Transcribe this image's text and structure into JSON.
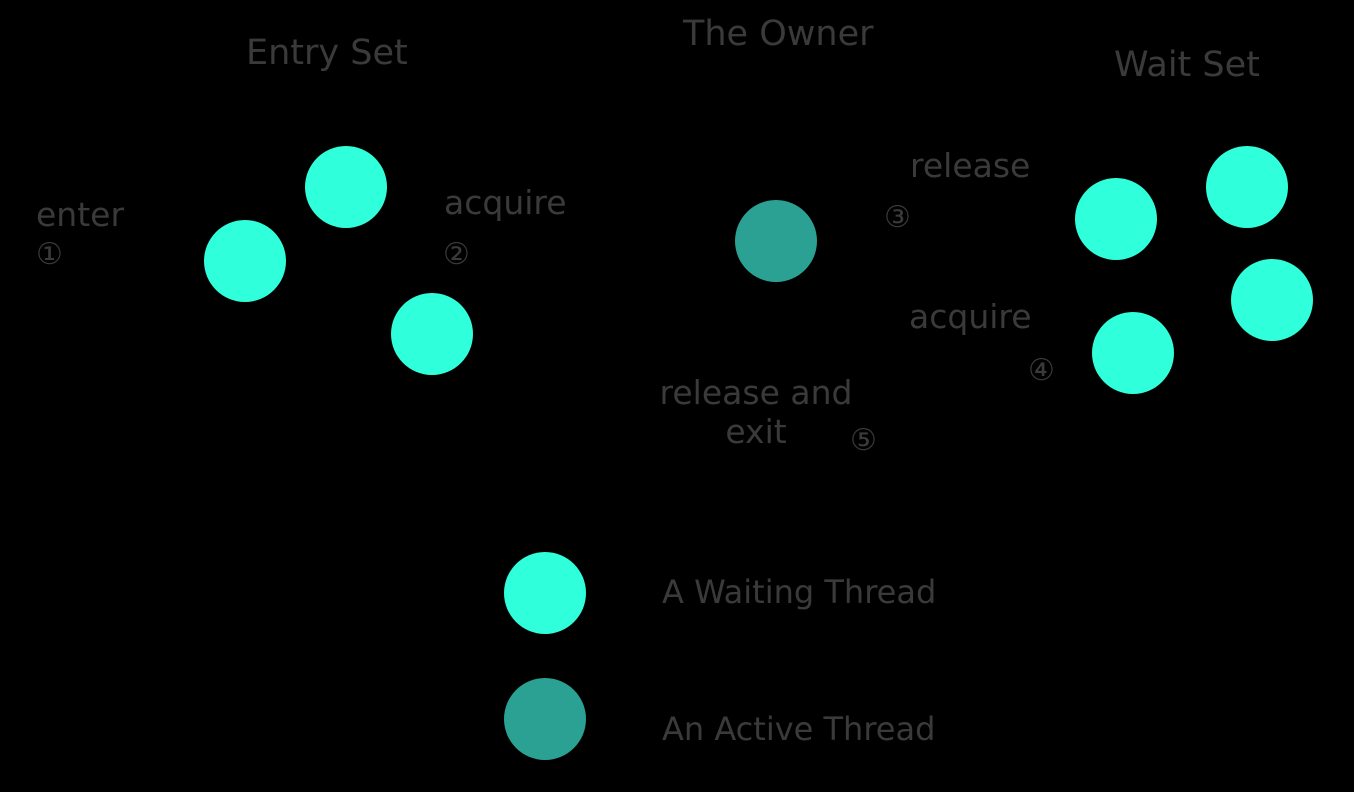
{
  "diagram": {
    "title_entry_set": "Entry Set",
    "title_owner": "The Owner",
    "title_wait_set": "Wait Set",
    "background_color": "#000000",
    "text_color": "#3A3A3A",
    "waiting_thread_color": "#2FFFDA",
    "active_thread_color": "#2BA193"
  },
  "steps": [
    {
      "id": 1,
      "label": "enter",
      "number": "①"
    },
    {
      "id": 2,
      "label": "acquire",
      "number": "②"
    },
    {
      "id": 3,
      "label": "release",
      "number": "③"
    },
    {
      "id": 4,
      "label": "acquire",
      "number": "④"
    },
    {
      "id": 5,
      "label": "release and exit",
      "number": "⑤"
    }
  ],
  "legend": {
    "waiting": {
      "label": "A Waiting Thread",
      "color": "#2FFFDA"
    },
    "active": {
      "label": "An Active Thread",
      "color": "#2BA193"
    }
  },
  "threads": {
    "entry_set_count": 3,
    "owner_count": 1,
    "wait_set_count": 4
  }
}
